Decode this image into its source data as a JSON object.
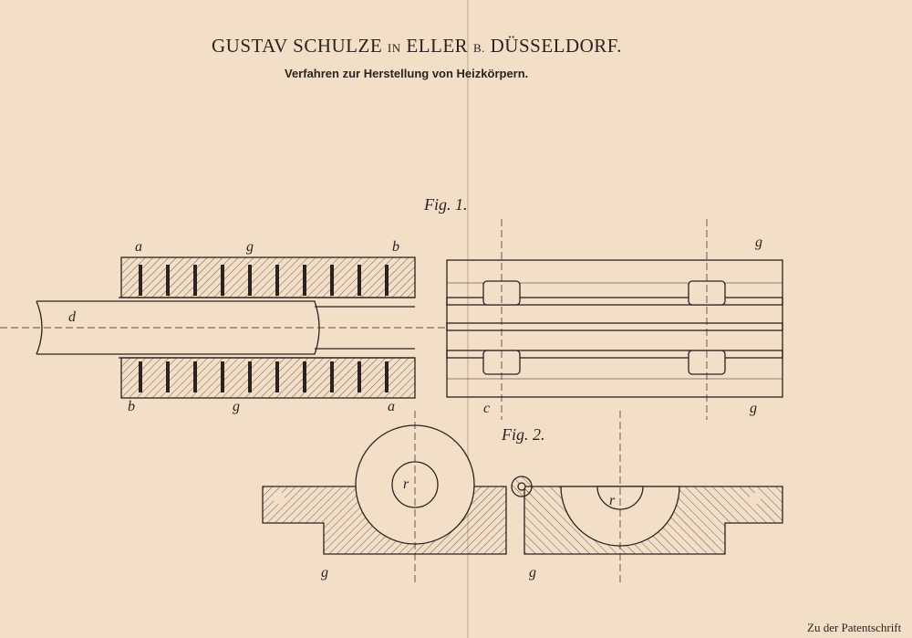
{
  "header": {
    "name": "GUSTAV SCHULZE",
    "in": "IN",
    "place": "ELLER",
    "b": "B.",
    "city": "DÜSSELDORF.",
    "subtitle": "Verfahren zur Herstellung von Heizkörpern."
  },
  "figures": {
    "fig1": "Fig. 1.",
    "fig2": "Fig. 2."
  },
  "labels": {
    "a": "a",
    "b": "b",
    "g": "g",
    "d": "d",
    "c": "c",
    "r": "r"
  },
  "footer": "Zu der Patentschrift"
}
